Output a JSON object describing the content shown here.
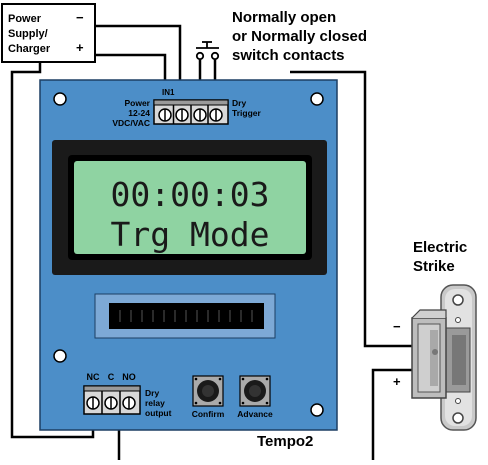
{
  "power_supply": {
    "label_line1": "Power",
    "label_line2": "Supply/",
    "label_line3": "Charger",
    "minus": "−",
    "plus": "+"
  },
  "switch_caption": {
    "line1": "Normally open",
    "line2": "or Normally closed",
    "line3": "switch contacts"
  },
  "board": {
    "name": "Tempo2",
    "color": "#4c8ec8",
    "input_terminal": {
      "id": "IN1",
      "power_line1": "Power",
      "power_line2": "12-24",
      "power_line3": "VDC/VAC",
      "trigger_line1": "Dry",
      "trigger_line2": "Trigger"
    },
    "lcd": {
      "line1": "00:00:03",
      "line2": "Trg Mode",
      "color": "#8fd3a2"
    },
    "relay": {
      "nc": "NC",
      "c": "C",
      "no": "NO",
      "label_line1": "Dry",
      "label_line2": "relay",
      "label_line3": "output"
    },
    "buttons": {
      "confirm": "Confirm",
      "advance": "Advance"
    }
  },
  "strike": {
    "label_line1": "Electric",
    "label_line2": "Strike",
    "minus": "−",
    "plus": "+"
  }
}
